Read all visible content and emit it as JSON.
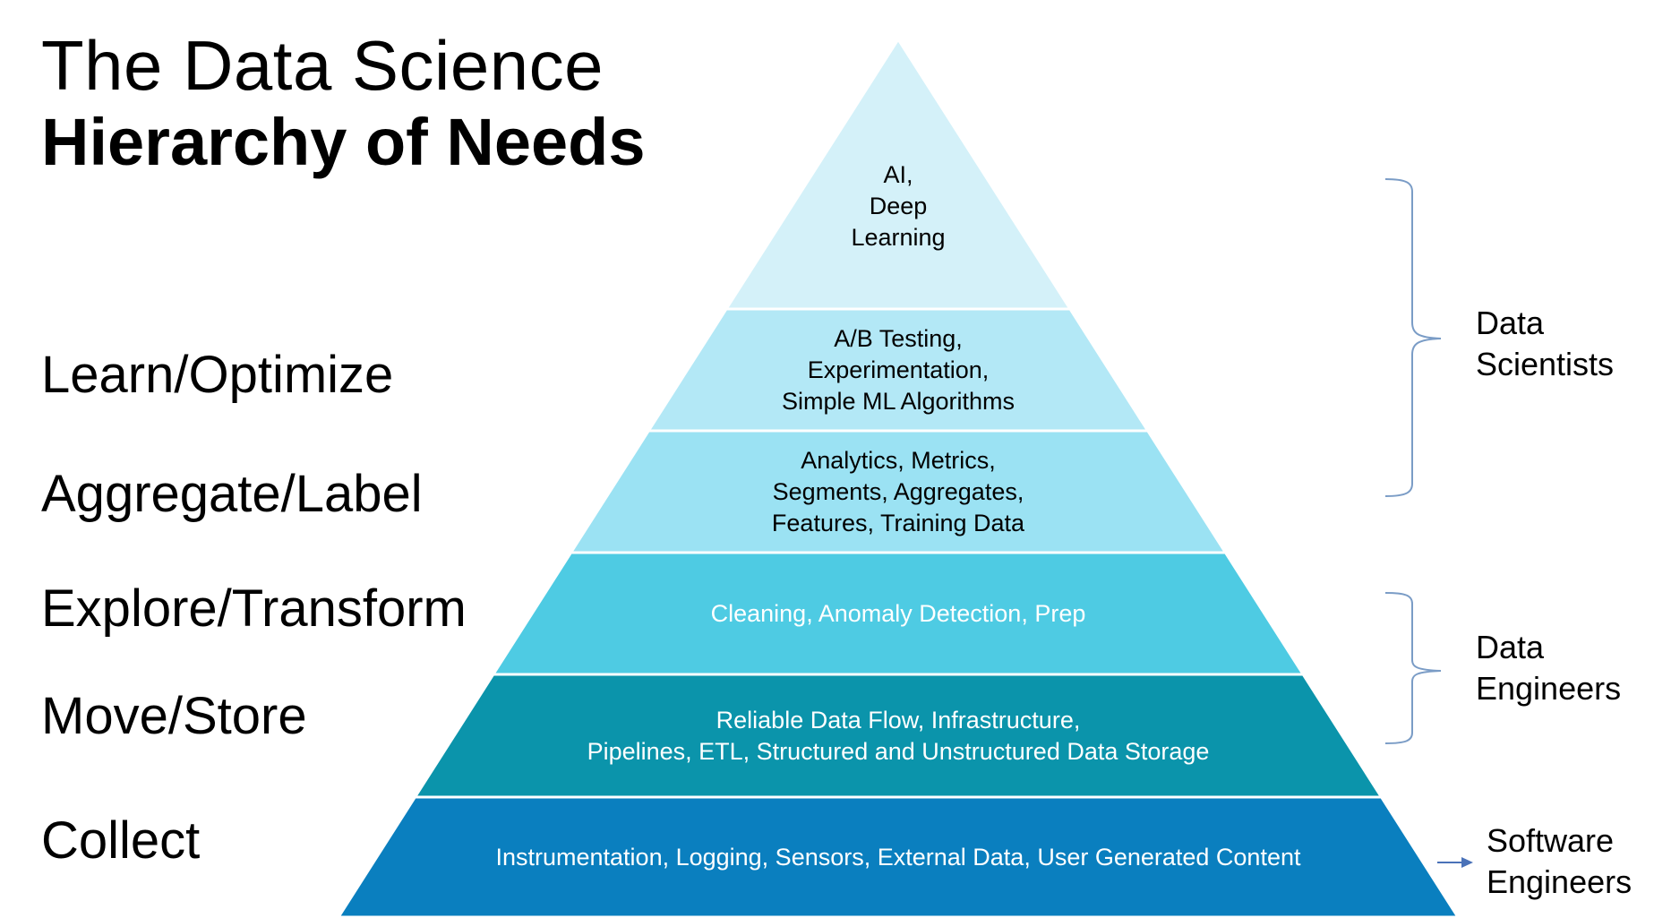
{
  "title": {
    "line1": "The Data Science",
    "line2": "Hierarchy of Needs"
  },
  "stages": [
    "Learn/Optimize",
    "Aggregate/Label",
    "Explore/Transform",
    "Move/Store",
    "Collect"
  ],
  "layers": [
    {
      "lines": [
        "AI,",
        "Deep",
        "Learning"
      ],
      "color": "#d4f1f9",
      "text_color": "#000000"
    },
    {
      "lines": [
        "A/B Testing,",
        "Experimentation,",
        "Simple ML Algorithms"
      ],
      "color": "#b3e8f6",
      "text_color": "#000000"
    },
    {
      "lines": [
        "Analytics, Metrics,",
        "Segments, Aggregates,",
        "Features, Training Data"
      ],
      "color": "#9be2f3",
      "text_color": "#000000"
    },
    {
      "lines": [
        "Cleaning, Anomaly Detection, Prep"
      ],
      "color": "#4ecbe3",
      "text_color": "#ffffff"
    },
    {
      "lines": [
        "Reliable Data Flow, Infrastructure,",
        "Pipelines, ETL, Structured and Unstructured Data Storage"
      ],
      "color": "#0b94ab",
      "text_color": "#ffffff"
    },
    {
      "lines": [
        "Instrumentation, Logging, Sensors, External Data, User Generated Content"
      ],
      "color": "#0a7fbf",
      "text_color": "#ffffff"
    }
  ],
  "roles": {
    "data_scientists": [
      "Data",
      "Scientists"
    ],
    "data_engineers": [
      "Data",
      "Engineers"
    ],
    "software_engineers": [
      "Software",
      "Engineers"
    ]
  },
  "colors": {
    "bracket": "#7a9cc6",
    "arrow": "#4a72b8",
    "separator": "#ffffff"
  }
}
